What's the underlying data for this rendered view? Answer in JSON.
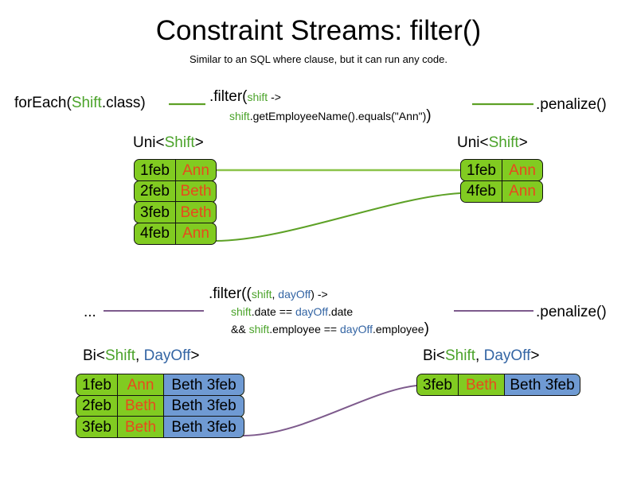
{
  "slide": {
    "title": "Constraint Streams: filter()",
    "subtitle": "Similar to an SQL where clause, but it can run any code."
  },
  "colors": {
    "shift_green": "#4ba32a",
    "dayoff_blue": "#3465a4",
    "card_green": "#81cb21",
    "card_blue": "#6f9ad3",
    "name_orange": "#e8491d",
    "wire_green": "#5da126",
    "wire_purple": "#7d5a8c"
  },
  "uni_example": {
    "source_label": {
      "prefix": "forEach(",
      "type": "Shift",
      "suffix": ".class)"
    },
    "filter_line1": {
      "prefix": ".filter(",
      "param": "shift",
      "suffix": " ->"
    },
    "filter_line2": {
      "param": "shift",
      "suffix": ".getEmployeeName().equals(\"Ann\")",
      "close": ")"
    },
    "terminal_label": ".penalize()",
    "input_type_label": {
      "prefix": "Uni<",
      "type": "Shift",
      "suffix": ">"
    },
    "output_type_label": {
      "prefix": "Uni<",
      "type": "Shift",
      "suffix": ">"
    },
    "input_rows": [
      {
        "date": "1feb",
        "name": "Ann"
      },
      {
        "date": "2feb",
        "name": "Beth"
      },
      {
        "date": "3feb",
        "name": "Beth"
      },
      {
        "date": "4feb",
        "name": "Ann"
      }
    ],
    "output_rows": [
      {
        "date": "1feb",
        "name": "Ann"
      },
      {
        "date": "4feb",
        "name": "Ann"
      }
    ]
  },
  "bi_example": {
    "source_label": "...",
    "filter_line1": {
      "prefix": ".filter((",
      "param1": "shift",
      "comma": ", ",
      "param2": "dayOff",
      "suffix": ") ->"
    },
    "filter_line2": {
      "param1": "shift",
      "mid": ".date == ",
      "param2": "dayOff",
      "tail": ".date"
    },
    "filter_line3": {
      "amp": "&& ",
      "param1": "shift",
      "mid": ".employee == ",
      "param2": "dayOff",
      "tail": ".employee",
      "close": ")"
    },
    "terminal_label": ".penalize()",
    "input_type_label": {
      "prefix": "Bi<",
      "type1": "Shift",
      "comma": ", ",
      "type2": "DayOff",
      "suffix": ">"
    },
    "output_type_label": {
      "prefix": "Bi<",
      "type1": "Shift",
      "comma": ", ",
      "type2": "DayOff",
      "suffix": ">"
    },
    "input_rows": [
      {
        "date": "1feb",
        "name": "Ann",
        "dayoff": "Beth 3feb"
      },
      {
        "date": "2feb",
        "name": "Beth",
        "dayoff": "Beth 3feb"
      },
      {
        "date": "3feb",
        "name": "Beth",
        "dayoff": "Beth 3feb"
      }
    ],
    "output_rows": [
      {
        "date": "3feb",
        "name": "Beth",
        "dayoff": "Beth 3feb"
      }
    ]
  }
}
